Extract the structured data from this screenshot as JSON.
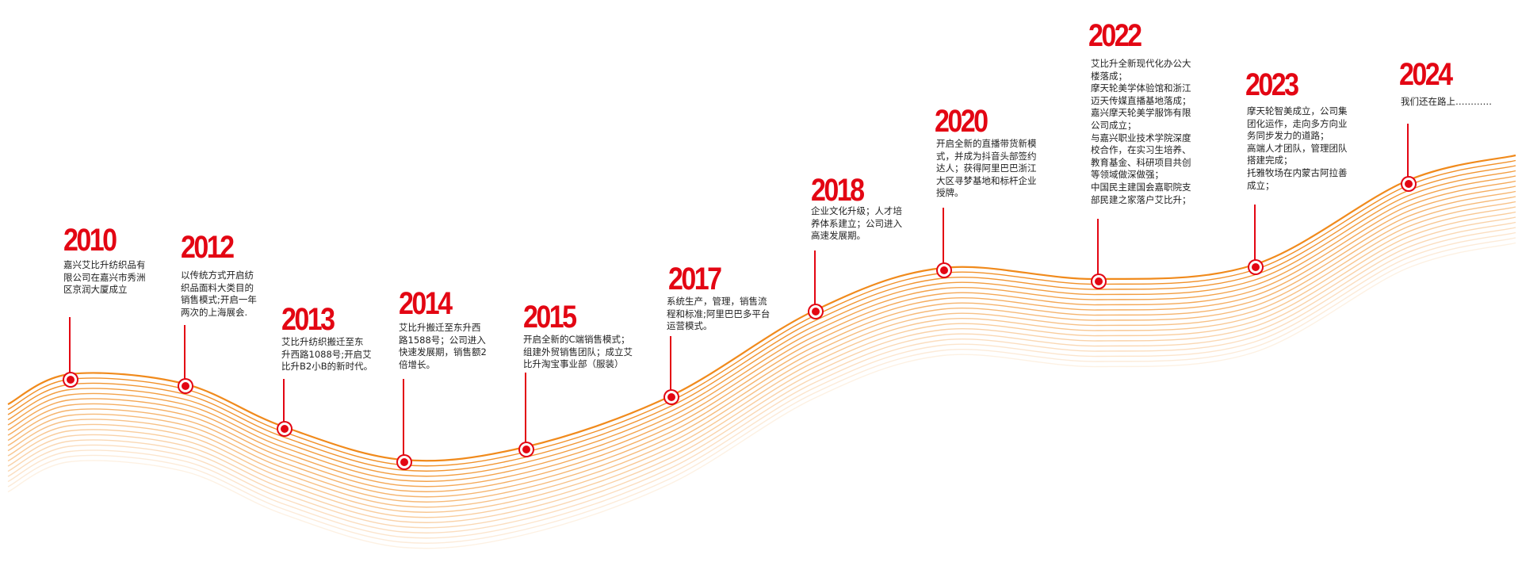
{
  "colors": {
    "accent": "#e30613",
    "wave": "#f08a1c",
    "text": "#222222"
  },
  "milestones": [
    {
      "year": "2010",
      "text": "嘉兴艾比升纺织品有\n限公司在嘉兴市秀洲\n区京润大厦成立"
    },
    {
      "year": "2012",
      "text": "以传统方式开启纺\n织品面料大类目的\n销售模式;开启一年\n两次的上海展会."
    },
    {
      "year": "2013",
      "text": "艾比升纺织搬迁至东\n升西路1088号;开启艾\n比升B2小B的新时代。"
    },
    {
      "year": "2014",
      "text": "艾比升搬迁至东升西\n路1588号；公司进入\n快速发展期，销售额2\n倍增长。"
    },
    {
      "year": "2015",
      "text": "开启全新的C端销售模式；\n组建外贸销售团队；成立艾\n比升淘宝事业部（服装）"
    },
    {
      "year": "2017",
      "text": "系统生产，管理，销售流\n程和标准;阿里巴巴多平台\n运营模式。"
    },
    {
      "year": "2018",
      "text": "企业文化升级；人才培\n养体系建立；公司进入\n高速发展期。"
    },
    {
      "year": "2020",
      "text": "开启全新的直播带货新模\n式，并成为抖音头部签约\n达人；获得阿里巴巴浙江\n大区寻梦基地和标杆企业\n授牌。"
    },
    {
      "year": "2022",
      "text": "艾比升全新现代化办公大\n楼落成；\n摩天轮美学体验馆和浙江\n迈天传媒直播基地落成；\n嘉兴摩天轮美学服饰有限\n公司成立；\n与嘉兴职业技术学院深度\n校合作，在实习生培养、\n教育基金、科研项目共创\n等领域做深做强；\n中国民主建国会嘉职院支\n部民建之家落户艾比升；"
    },
    {
      "year": "2023",
      "text": "摩天轮智美成立，公司集\n团化运作，走向多方向业\n务同步发力的道路；\n高端人才团队，管理团队\n搭建完成；\n托雅牧场在内蒙古阿拉善\n成立；"
    },
    {
      "year": "2024",
      "text": "我们还在路上…………"
    }
  ]
}
